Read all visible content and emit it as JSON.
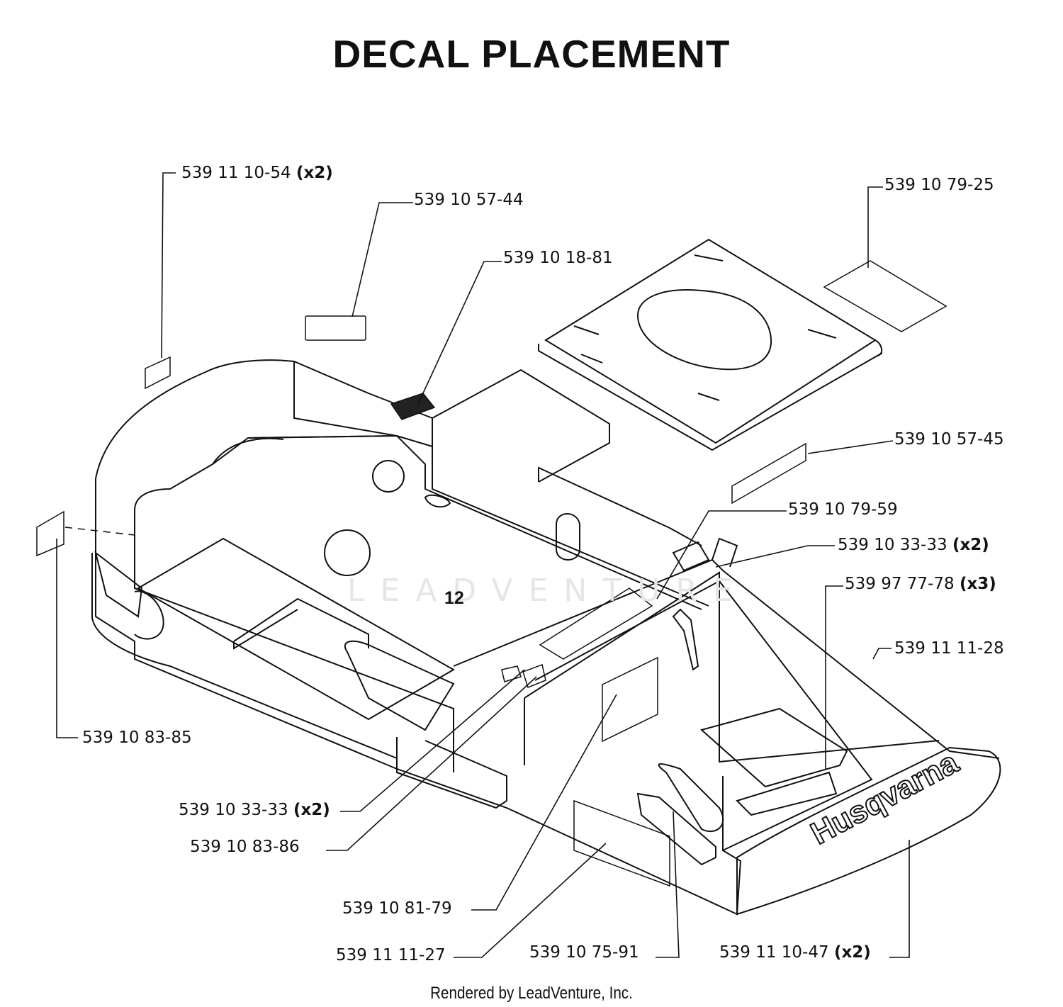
{
  "title": "DECAL PLACEMENT",
  "footer": "Rendered by LeadVenture, Inc.",
  "watermark": "LEADVENTURE",
  "callout": "12",
  "brand": "Husqvarna",
  "labels": [
    {
      "part": "539 11 10-54",
      "qty": "(x2)"
    },
    {
      "part": "539 10 57-44",
      "qty": ""
    },
    {
      "part": "539 10 18-81",
      "qty": ""
    },
    {
      "part": "539 10 79-25",
      "qty": ""
    },
    {
      "part": "539 10 57-45",
      "qty": ""
    },
    {
      "part": "539 10 79-59",
      "qty": ""
    },
    {
      "part": "539 10 33-33",
      "qty": "(x2)"
    },
    {
      "part": "539 97 77-78",
      "qty": "(x3)"
    },
    {
      "part": "539 11 11-28",
      "qty": ""
    },
    {
      "part": "539 10 83-85",
      "qty": ""
    },
    {
      "part": "539 10 33-33",
      "qty": "(x2)"
    },
    {
      "part": "539 10 83-86",
      "qty": ""
    },
    {
      "part": "539 10 81-79",
      "qty": ""
    },
    {
      "part": "539 11 11-27",
      "qty": ""
    },
    {
      "part": "539 10 75-91",
      "qty": ""
    },
    {
      "part": "539 11 10-47",
      "qty": "(x2)"
    }
  ]
}
